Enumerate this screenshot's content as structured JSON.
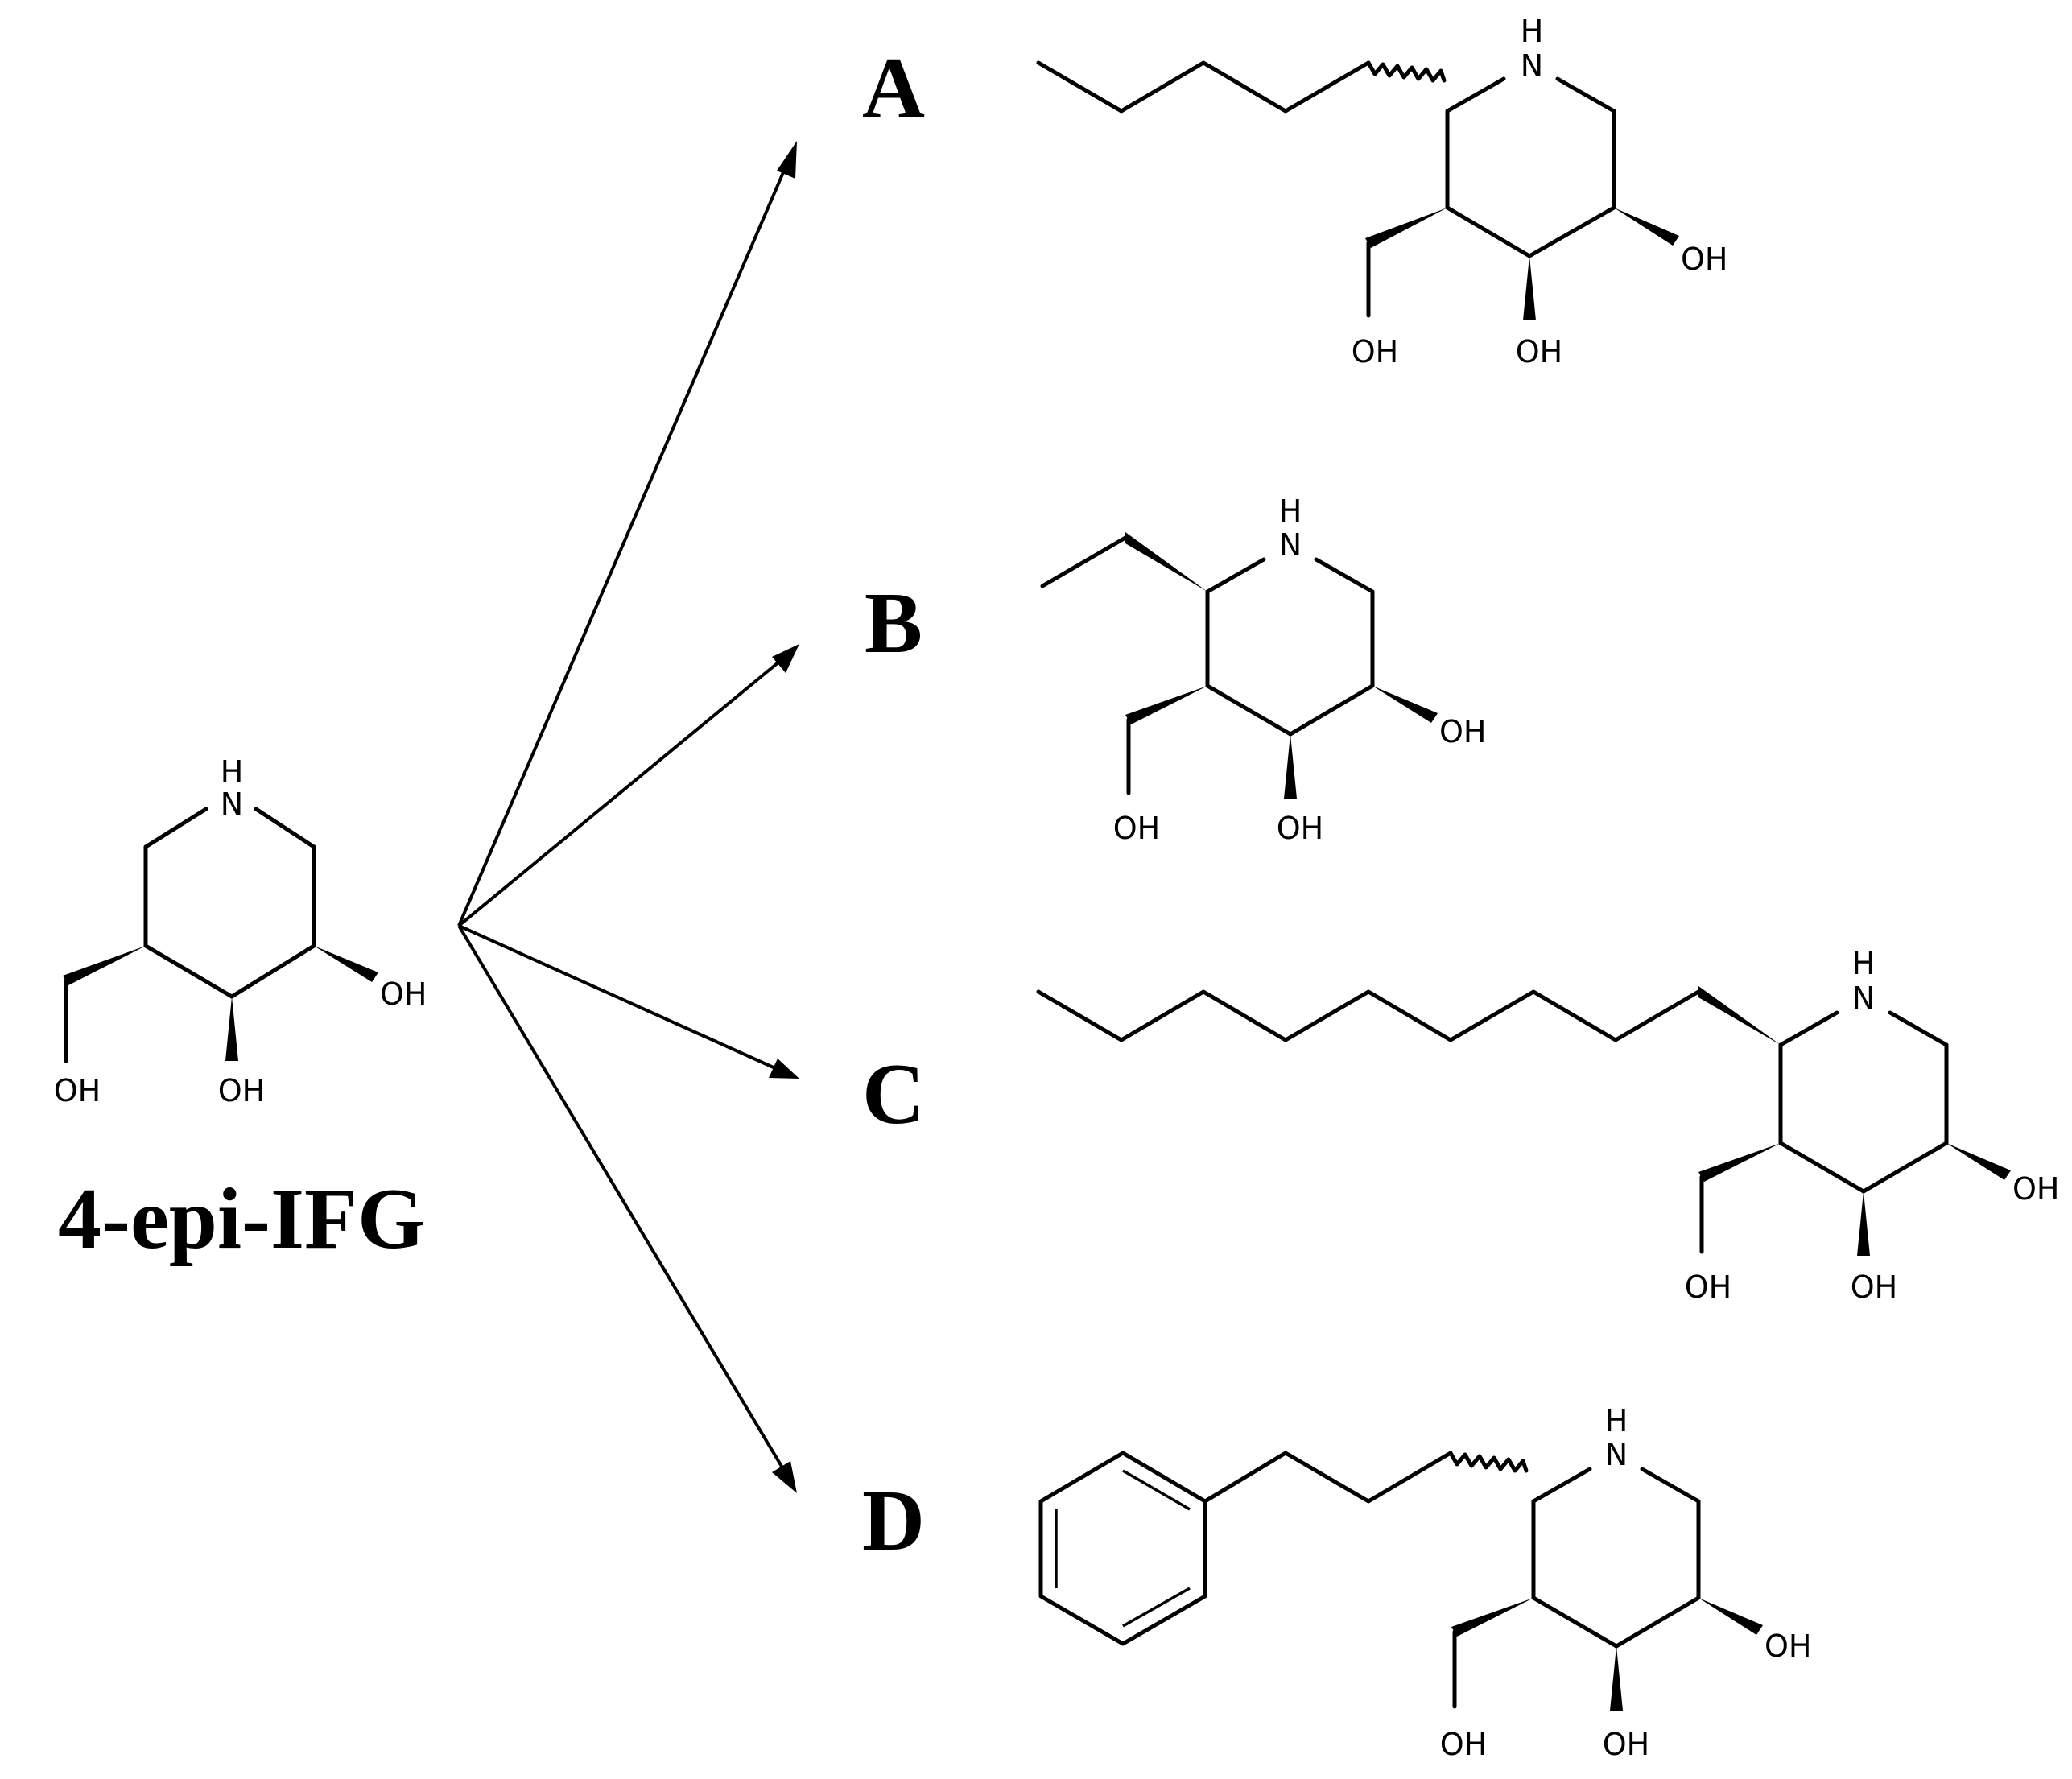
{
  "parent": {
    "name": "4-epi-IFG",
    "atoms": {
      "n": "N",
      "h": "H",
      "oh1": "OH",
      "oh2": "OH",
      "oh3": "OH"
    }
  },
  "products": [
    {
      "id": "A",
      "label": "A",
      "atoms": {
        "n": "N",
        "h": "H",
        "oh1": "OH",
        "oh2": "OH",
        "oh3": "OH"
      }
    },
    {
      "id": "B",
      "label": "B",
      "atoms": {
        "n": "N",
        "h": "H",
        "oh1": "OH",
        "oh2": "OH",
        "oh3": "OH"
      }
    },
    {
      "id": "C",
      "label": "C",
      "atoms": {
        "n": "N",
        "h": "H",
        "oh1": "OH",
        "oh2": "OH",
        "oh3": "OH"
      }
    },
    {
      "id": "D",
      "label": "D",
      "atoms": {
        "n": "N",
        "h": "H",
        "oh1": "OH",
        "oh2": "OH",
        "oh3": "OH"
      }
    }
  ]
}
